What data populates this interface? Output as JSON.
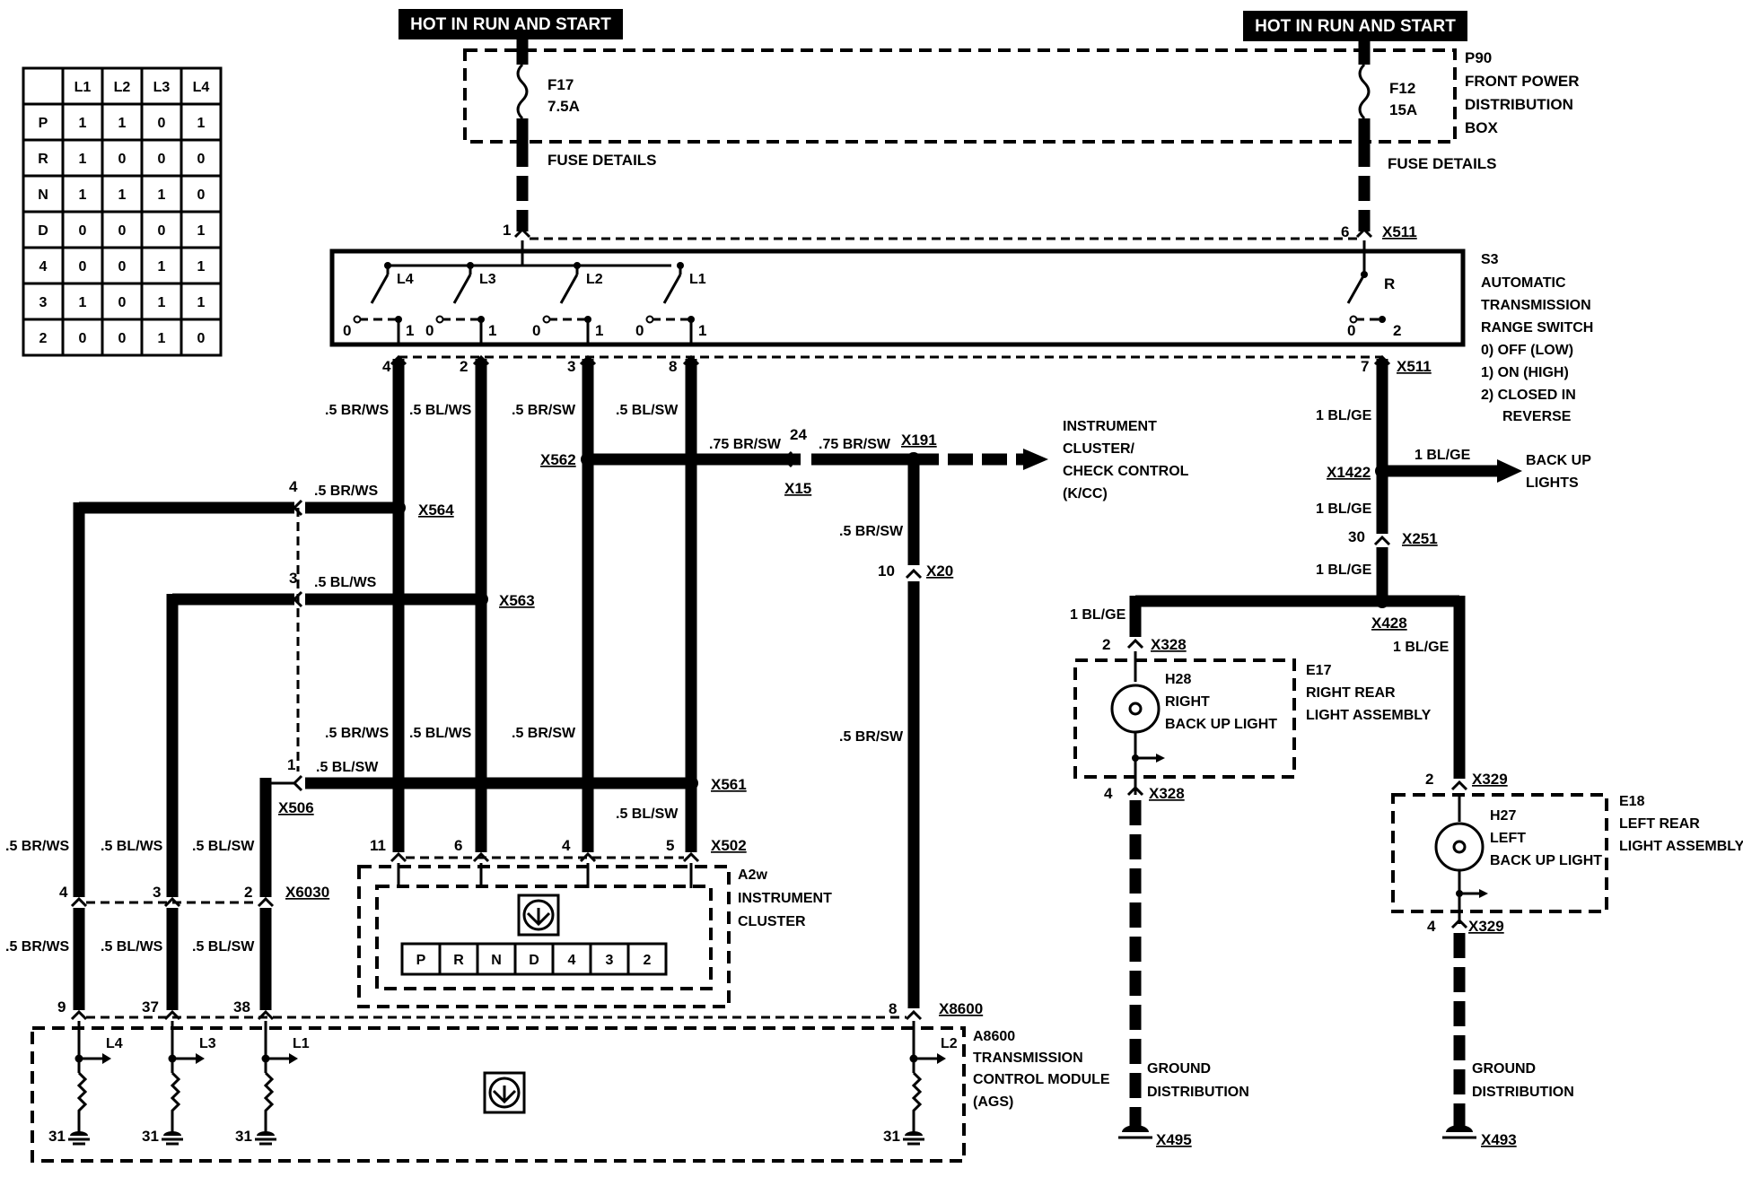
{
  "power": {
    "hot_left": "HOT IN RUN AND START",
    "hot_right": "HOT IN RUN AND START",
    "fuse_left": {
      "id": "F17",
      "rating": "7.5A",
      "details": "FUSE DETAILS"
    },
    "fuse_right": {
      "id": "F12",
      "rating": "15A",
      "details": "FUSE DETAILS"
    },
    "p90": [
      "P90",
      "FRONT POWER",
      "DISTRIBUTION",
      "BOX"
    ]
  },
  "truth_table": {
    "headers": [
      "",
      "L1",
      "L2",
      "L3",
      "L4"
    ],
    "rows": [
      [
        "P",
        "1",
        "1",
        "0",
        "1"
      ],
      [
        "R",
        "1",
        "0",
        "0",
        "0"
      ],
      [
        "N",
        "1",
        "1",
        "1",
        "0"
      ],
      [
        "D",
        "0",
        "0",
        "0",
        "1"
      ],
      [
        "4",
        "0",
        "0",
        "1",
        "1"
      ],
      [
        "3",
        "1",
        "0",
        "1",
        "1"
      ],
      [
        "2",
        "0",
        "0",
        "1",
        "0"
      ]
    ]
  },
  "switch": {
    "title": [
      "S3",
      "AUTOMATIC",
      "TRANSMISSION",
      "RANGE SWITCH"
    ],
    "legend": [
      "0)  OFF (LOW)",
      "1)  ON (HIGH)",
      "2)  CLOSED IN",
      "REVERSE"
    ],
    "contacts": [
      "L4",
      "L3",
      "L2",
      "L1",
      "R"
    ],
    "pin_in_left": "1",
    "pin_in_right": "6",
    "connector_top": "X511",
    "connector_right": "X511",
    "pos0": "0",
    "pos1": "1",
    "pos2": "2",
    "out_pins": [
      "4",
      "2",
      "3",
      "8",
      "7"
    ]
  },
  "wires": {
    "br_ws": ".5 BR/WS",
    "bl_ws": ".5 BL/WS",
    "br_sw": ".5 BR/SW",
    "bl_sw": ".5 BL/SW",
    "br_sw_75": ".75 BR/SW",
    "bl_ge": "1 BL/GE"
  },
  "connectors": {
    "x562": "X562",
    "x564": "X564",
    "x563": "X563",
    "x561": "X561",
    "x506": "X506",
    "x502": "X502",
    "x6030": "X6030",
    "x8600": "X8600",
    "x191": "X191",
    "x15": "X15",
    "x20": "X20",
    "x1422": "X1422",
    "x251": "X251",
    "x428": "X428",
    "x328": "X328",
    "x329": "X329",
    "x495": "X495",
    "x493": "X493"
  },
  "pins": {
    "p24": "24",
    "p10": "10",
    "p30": "30",
    "p4": "4",
    "p3": "3",
    "p1": "1",
    "p2": "2",
    "p11": "11",
    "p6": "6",
    "p5": "5",
    "p9": "9",
    "p37": "37",
    "p38": "38",
    "p8": "8",
    "p31": "31"
  },
  "instrument_cluster_check": [
    "INSTRUMENT",
    "CLUSTER/",
    "CHECK CONTROL",
    "(K/CC)"
  ],
  "backup_lights": [
    "BACK UP",
    "LIGHTS"
  ],
  "instrument_cluster": {
    "title": [
      "A2w",
      "INSTRUMENT",
      "CLUSTER"
    ],
    "gear_indicator": [
      "P",
      "R",
      "N",
      "D",
      "4",
      "3",
      "2"
    ]
  },
  "tcm": {
    "title": [
      "A8600",
      "TRANSMISSION",
      "CONTROL MODULE",
      "(AGS)"
    ],
    "inputs": [
      "L4",
      "L3",
      "L1",
      "L2"
    ]
  },
  "right_light": {
    "bulb": [
      "H28",
      "RIGHT",
      "BACK UP LIGHT"
    ],
    "assembly": [
      "E17",
      "RIGHT REAR",
      "LIGHT ASSEMBLY"
    ]
  },
  "left_light": {
    "bulb": [
      "H27",
      "LEFT",
      "BACK UP LIGHT"
    ],
    "assembly": [
      "E18",
      "LEFT REAR",
      "LIGHT ASSEMBLY"
    ]
  },
  "ground": {
    "right": [
      "GROUND",
      "DISTRIBUTION"
    ],
    "left": [
      "GROUND",
      "DISTRIBUTION"
    ]
  }
}
